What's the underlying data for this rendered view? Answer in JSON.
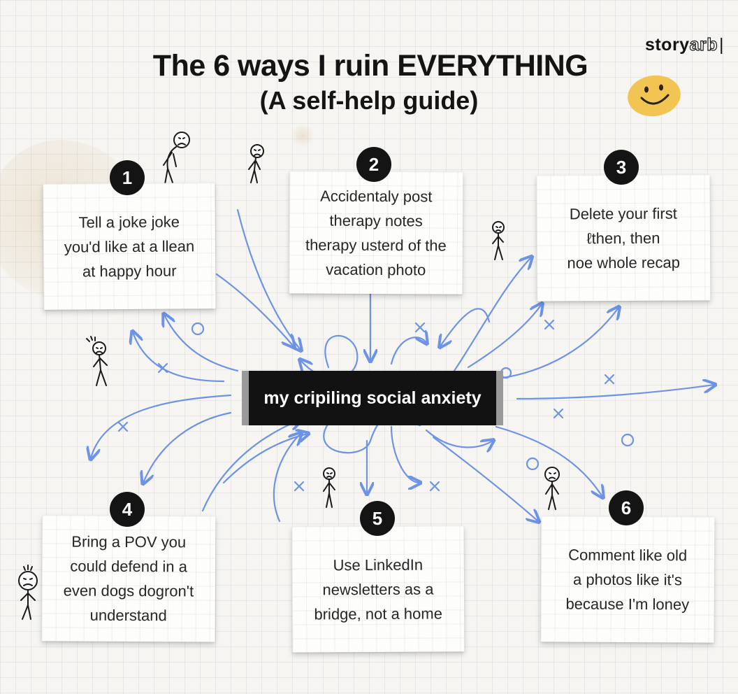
{
  "title": {
    "line1": "The 6 ways I ruin EVERYTHING",
    "line2": "(A self-help guide)"
  },
  "brand": {
    "part1": "story",
    "part2": "arb",
    "bar": "|"
  },
  "center": {
    "label": "my cripiling social anxiety"
  },
  "notes": [
    {
      "number": "1",
      "text": "Tell a joke joke\nyou'd like at a llean\nat happy hour"
    },
    {
      "number": "2",
      "text": "Accidentaly post\ntherapy notes\ntherapy usterd of the\nvacation photo"
    },
    {
      "number": "3",
      "text": "Delete your first\nℓthen, then\nnoe whole recap"
    },
    {
      "number": "4",
      "text": "Bring a POV you\ncould defend in a\neven dogs dogron't\nunderstand"
    },
    {
      "number": "5",
      "text": "Use LinkedIn\nnewsletters as a\nbridge, not a home"
    },
    {
      "number": "6",
      "text": "Comment like old\na photos like it's\nbecause I'm loney"
    }
  ],
  "colors": {
    "arrow": "#6c93e6",
    "label_bg": "#121212",
    "smiley": "#f2c552"
  },
  "icons": [
    "sad-stick-figure-icon",
    "smiley-face-icon",
    "cross-mark-icon",
    "circle-mark-icon"
  ]
}
